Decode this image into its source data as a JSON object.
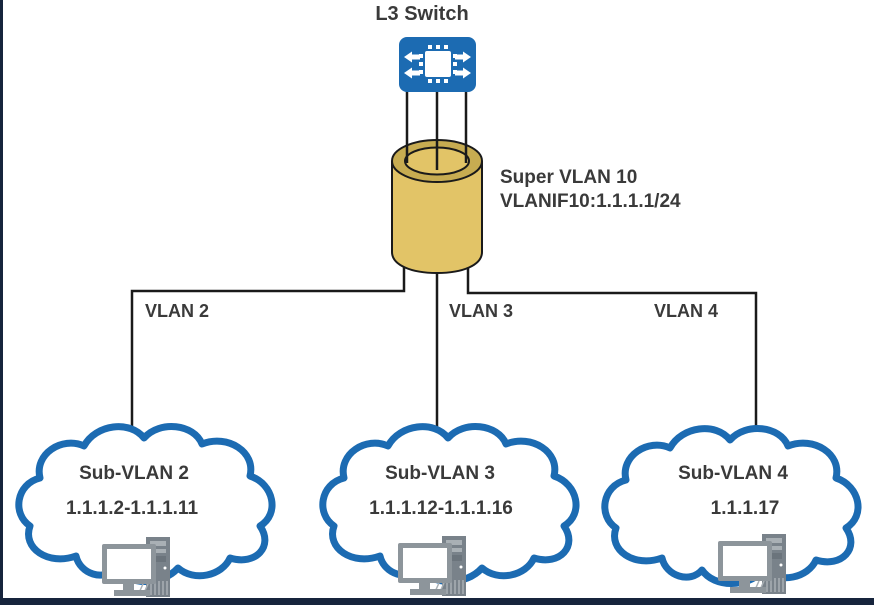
{
  "diagram": {
    "switch_label": "L3 Switch",
    "super_vlan": {
      "name": "Super VLAN 10",
      "interface": "VLANIF10:1.1.1.1/24"
    },
    "links": [
      {
        "label": "VLAN 2"
      },
      {
        "label": "VLAN 3"
      },
      {
        "label": "VLAN 4"
      }
    ],
    "sub_vlans": [
      {
        "name": "Sub-VLAN 2",
        "ip_range": "1.1.1.2-1.1.1.11"
      },
      {
        "name": "Sub-VLAN 3",
        "ip_range": "1.1.1.12-1.1.1.16"
      },
      {
        "name": "Sub-VLAN 4",
        "ip_range": "1.1.1.17"
      }
    ],
    "icons": {
      "switch": "l3-switch-icon",
      "aggregation": "super-vlan-cylinder-icon",
      "network": "cloud-icon",
      "host": "pc-icon"
    },
    "colors": {
      "device_blue": "#1c6bb2",
      "cloud_blue": "#1c6bb2",
      "cylinder_gold": "#e2c467",
      "cylinder_ring": "#c7ac51",
      "line_color": "#1a1a1a",
      "text_color": "#3a3a3a",
      "pc_gray": "#8d959b",
      "pc_gray_dark": "#79828a",
      "pc_detail": "#a9b0b5",
      "border_navy": "#16243c"
    }
  }
}
